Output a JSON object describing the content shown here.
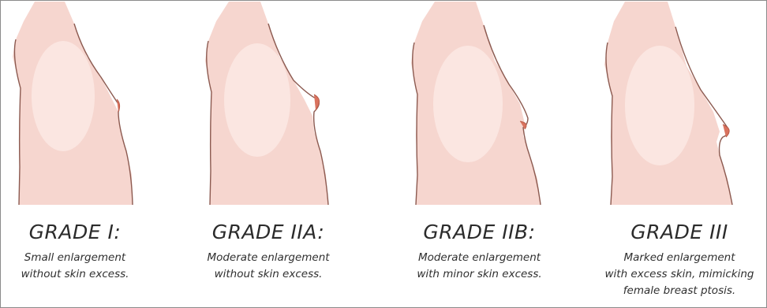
{
  "colors": {
    "skin": "#f6d6cf",
    "skin_shadow": "#eab8b0",
    "outline": "#8c5a50",
    "nipple": "#d9735f",
    "text": "#2b2b2b"
  },
  "grades": [
    {
      "title": "GRADE I:",
      "lines": [
        "Small enlargement",
        "without skin excess."
      ]
    },
    {
      "title": "GRADE IIA:",
      "lines": [
        "Moderate enlargement",
        "without skin excess."
      ]
    },
    {
      "title": "GRADE IIB:",
      "lines": [
        "Moderate enlargement",
        "with minor skin excess."
      ]
    },
    {
      "title": "GRADE III",
      "lines": [
        "Marked enlargement",
        "with excess skin, mimicking",
        "female breast ptosis."
      ]
    }
  ]
}
